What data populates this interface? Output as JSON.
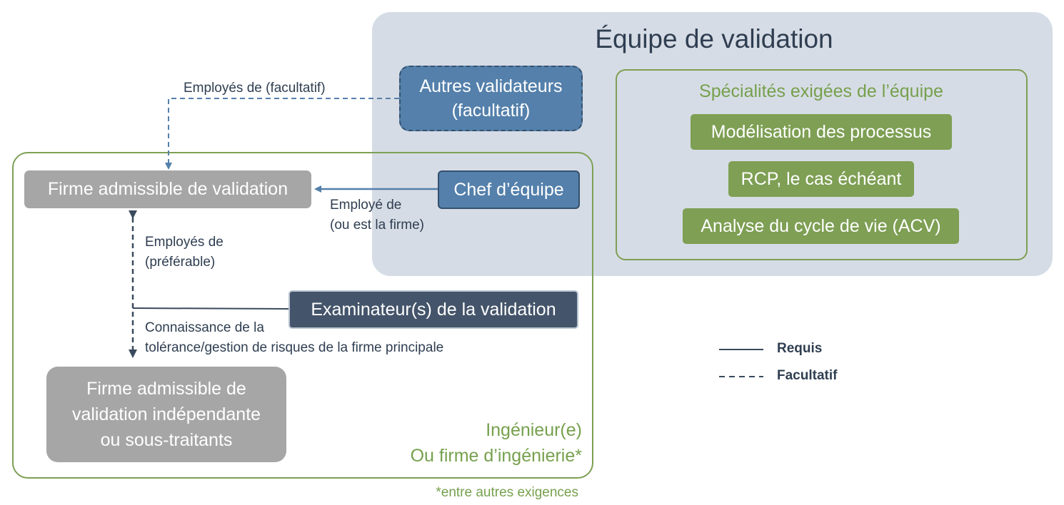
{
  "team": {
    "title": "Équipe de validation",
    "specialties": {
      "title": "Spécialités exigées de l’équipe",
      "items": [
        "Modélisation des processus",
        "RCP, le cas échéant",
        "Analyse du cycle de vie (ACV)"
      ]
    },
    "other_validators": {
      "line1": "Autres validateurs",
      "line2": "(facultatif)"
    },
    "team_lead": "Chef d’équipe",
    "reviewers": "Examinateur(s) de la validation"
  },
  "firms": {
    "eligible": "Firme admissible de validation",
    "independent": {
      "line1": "Firme admissible de",
      "line2": "validation indépendante",
      "line3": "ou sous-traitants"
    }
  },
  "engineer": {
    "line1": "Ingénieur(e)",
    "line2": "Ou firme d’ingénierie*"
  },
  "edge_labels": {
    "others_employed": "Employés de (facultatif)",
    "lead_employed": {
      "line1": "Employé de",
      "line2": "(ou est la firme)"
    },
    "reviewers_employed": {
      "line1": "Employés de",
      "line2": "(préférable)"
    },
    "knowledge": {
      "line1": "Connaissance de la",
      "line2": "tolérance/gestion de risques de la firme principale"
    }
  },
  "legend": {
    "required": "Requis",
    "optional": "Facultatif"
  },
  "footnote": "*entre autres exigences",
  "colors": {
    "team_panel": "#d6dce5",
    "green": "#7e9f54",
    "blue": "#5480ab",
    "navy": "#44546a",
    "grey": "#a6a6a6",
    "text_dark": "#2f3e51"
  }
}
